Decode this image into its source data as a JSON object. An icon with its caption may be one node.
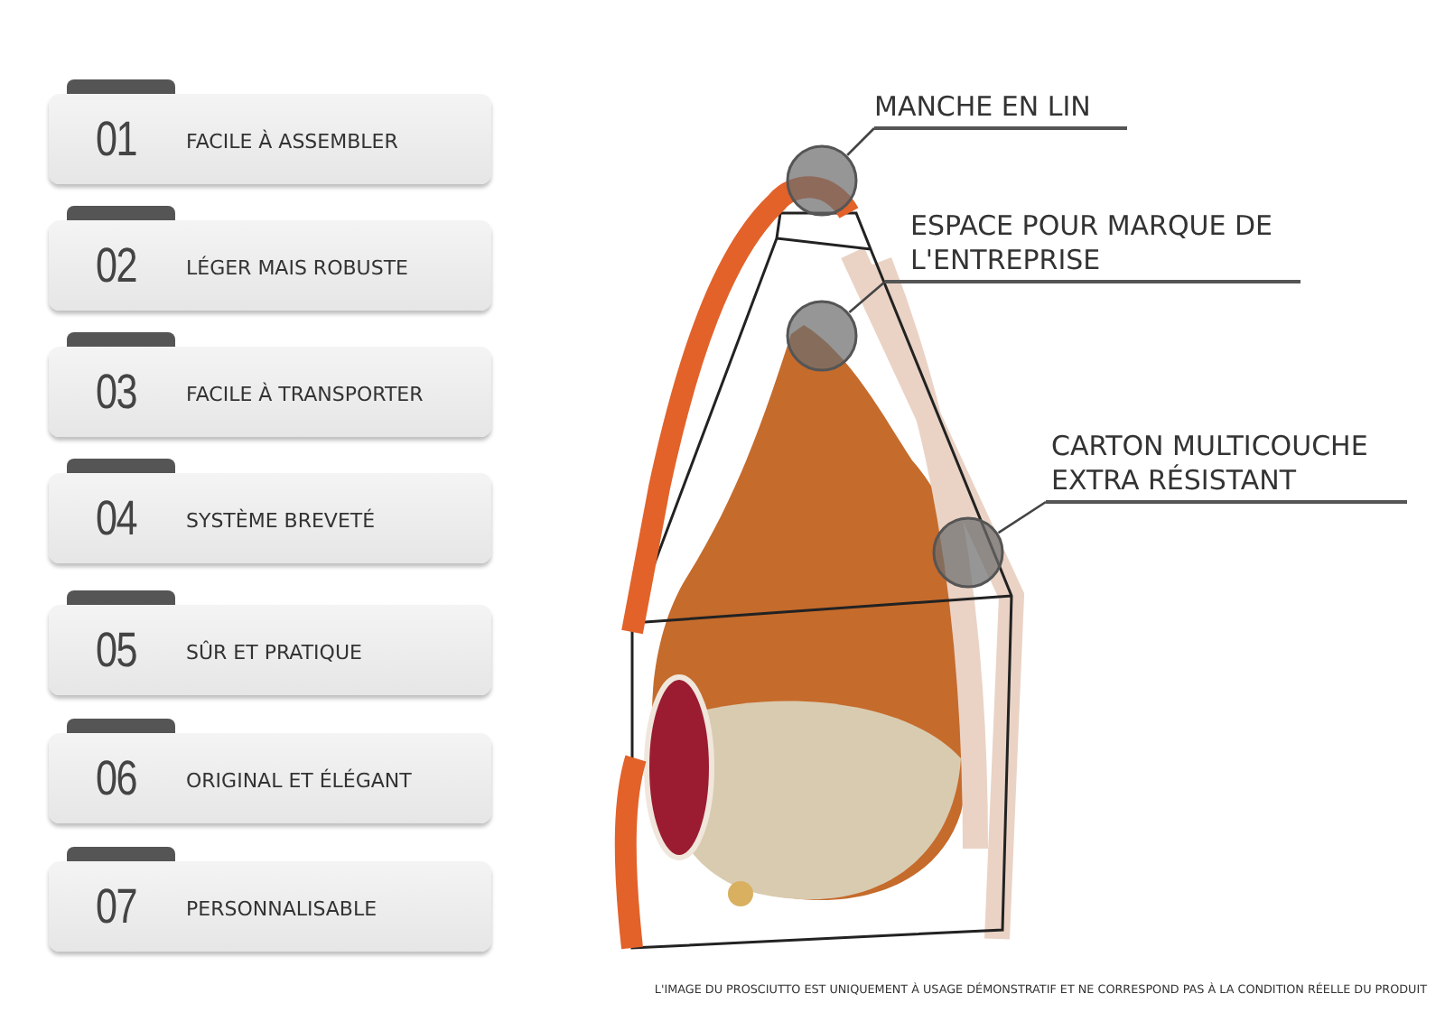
{
  "diagram": {
    "nodes": [
      {
        "text": [
          "01",
          "FACILE À ASSEMBLER"
        ]
      },
      {
        "text": [
          "02",
          "LÉGER MAIS ROBUSTE"
        ]
      },
      {
        "text": [
          "03",
          "FACILE À TRANSPORTER"
        ]
      },
      {
        "text": [
          "04",
          "SYSTÈME BREVETÉ"
        ]
      },
      {
        "text": [
          "05",
          "SÛR ET PRATIQUE"
        ]
      },
      {
        "text": [
          "06",
          "ORIGINAL ET ÉLÉGANT"
        ]
      },
      {
        "text": [
          "07",
          "PERSONNALISABLE"
        ]
      },
      {
        "text": [
          "MANCHE EN LIN"
        ]
      },
      {
        "text": [],
        "shape": "circle"
      },
      {
        "text": [
          "ESPACE POUR MARQUE DE L'ENTREPRISE"
        ]
      },
      {
        "text": [],
        "shape": "circle"
      },
      {
        "text": [
          "CARTON MULTICOUCHE EXTRA RÉSISTANT"
        ]
      },
      {
        "text": [],
        "shape": "circle"
      }
    ],
    "edges": [
      {
        "from": 7,
        "to": 8,
        "arrow": "none"
      },
      {
        "from": 9,
        "to": 10,
        "arrow": "none"
      },
      {
        "from": 11,
        "to": 12,
        "arrow": "none"
      }
    ],
    "labels": [
      "L'IMAGE DU PROSCIUTTO EST UNIQUEMENT À USAGE DÉMONSTRATIF ET NE CORRESPOND PAS À LA CONDITION RÉELLE DU PRODUIT"
    ]
  }
}
